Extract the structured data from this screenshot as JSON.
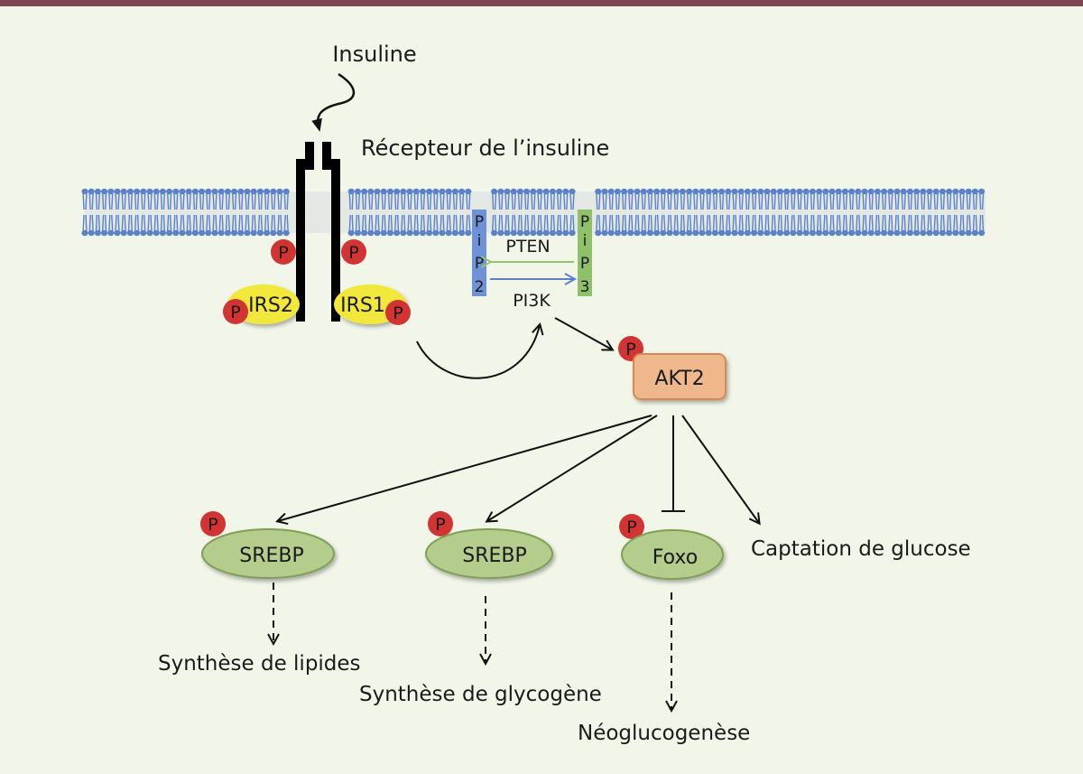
{
  "colors": {
    "top_bar": "#7d4652",
    "background": "#f1f6e9",
    "membrane": "#5b82c9",
    "phospho": "#d23434",
    "irs": "#f1e83a",
    "pip2": "#6f91d8",
    "pip3": "#8fc06a",
    "pten_arrow": "#8fc76a",
    "pi3k_arrow": "#5b7ec9",
    "akt": "#eeb88c",
    "akt_border": "#d9894f",
    "target": "#b4cc8c",
    "target_border": "#7f9f55"
  },
  "labels": {
    "insulin": "Insuline",
    "receptor": "Récepteur de l’insuline",
    "irs2": "IRS2",
    "irs1": "IRS1",
    "phospho": "P",
    "pip2": [
      "P",
      "i",
      "P",
      "2"
    ],
    "pip3": [
      "P",
      "i",
      "P",
      "3"
    ],
    "pten": "PTEN",
    "pi3k": "PI3K",
    "akt2": "AKT2",
    "srebp1": "SREBP",
    "srebp2": "SREBP",
    "foxo": "Foxo",
    "glucose_uptake": "Captation de glucose",
    "lipid_synthesis": "Synthèse de lipides",
    "glycogen_synthesis": "Synthèse de glycogène",
    "gluconeogenesis": "Néoglucogenèse"
  }
}
